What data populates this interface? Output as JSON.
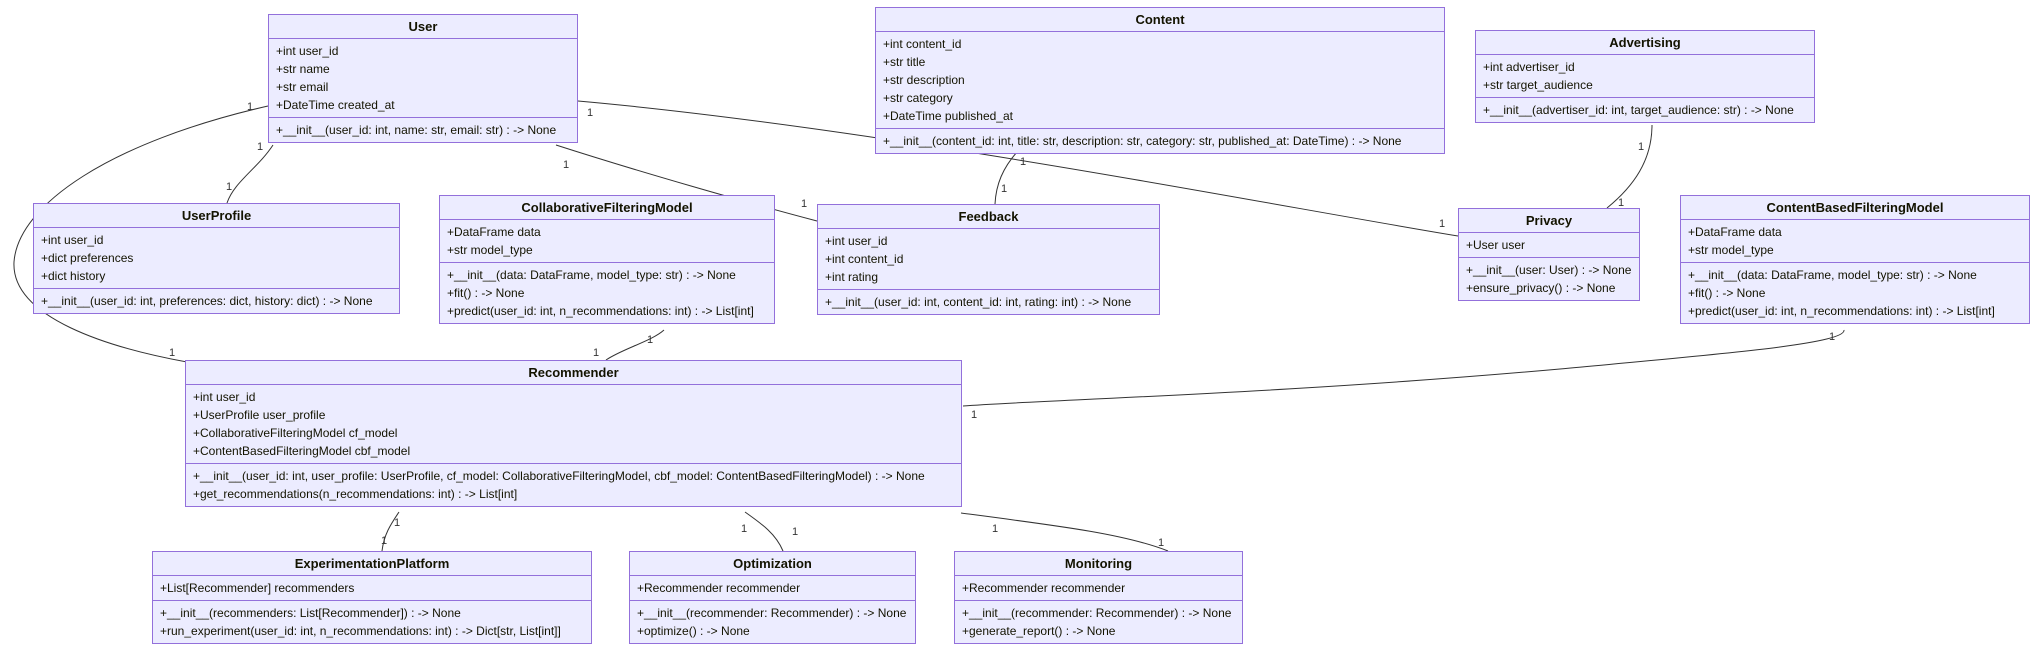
{
  "diagram": {
    "type": "uml-class-diagram",
    "colors": {
      "node_fill": "#ECECFF",
      "node_border": "#9370DB",
      "edge": "#333333",
      "text": "#131300"
    }
  },
  "classes": [
    {
      "name": "User",
      "attributes": [
        "+int user_id",
        "+str name",
        "+str email",
        "+DateTime created_at"
      ],
      "methods": [
        "+__init__(user_id: int, name: str, email: str) : -> None"
      ]
    },
    {
      "name": "Content",
      "attributes": [
        "+int content_id",
        "+str title",
        "+str description",
        "+str category",
        "+DateTime published_at"
      ],
      "methods": [
        "+__init__(content_id: int, title: str, description: str, category: str, published_at: DateTime) : -> None"
      ]
    },
    {
      "name": "Advertising",
      "attributes": [
        "+int advertiser_id",
        "+str target_audience"
      ],
      "methods": [
        "+__init__(advertiser_id: int, target_audience: str) : -> None"
      ]
    },
    {
      "name": "UserProfile",
      "attributes": [
        "+int user_id",
        "+dict preferences",
        "+dict history"
      ],
      "methods": [
        "+__init__(user_id: int, preferences: dict, history: dict) : -> None"
      ]
    },
    {
      "name": "CollaborativeFilteringModel",
      "attributes": [
        "+DataFrame data",
        "+str model_type"
      ],
      "methods": [
        "+__init__(data: DataFrame, model_type: str) : -> None",
        "+fit() : -> None",
        "+predict(user_id: int, n_recommendations: int) : -> List[int]"
      ]
    },
    {
      "name": "Feedback",
      "attributes": [
        "+int user_id",
        "+int content_id",
        "+int rating"
      ],
      "methods": [
        "+__init__(user_id: int, content_id: int, rating: int) : -> None"
      ]
    },
    {
      "name": "Privacy",
      "attributes": [
        "+User user"
      ],
      "methods": [
        "+__init__(user: User) : -> None",
        "+ensure_privacy() : -> None"
      ]
    },
    {
      "name": "ContentBasedFilteringModel",
      "attributes": [
        "+DataFrame data",
        "+str model_type"
      ],
      "methods": [
        "+__init__(data: DataFrame, model_type: str) : -> None",
        "+fit() : -> None",
        "+predict(user_id: int, n_recommendations: int) : -> List[int]"
      ]
    },
    {
      "name": "Recommender",
      "attributes": [
        "+int user_id",
        "+UserProfile user_profile",
        "+CollaborativeFilteringModel cf_model",
        "+ContentBasedFilteringModel cbf_model"
      ],
      "methods": [
        "+__init__(user_id: int, user_profile: UserProfile, cf_model: CollaborativeFilteringModel, cbf_model: ContentBasedFilteringModel) : -> None",
        "+get_recommendations(n_recommendations: int) : -> List[int]"
      ]
    },
    {
      "name": "ExperimentationPlatform",
      "attributes": [
        "+List[Recommender] recommenders"
      ],
      "methods": [
        "+__init__(recommenders: List[Recommender]) : -> None",
        "+run_experiment(user_id: int, n_recommendations: int) : -> Dict[str, List[int]]"
      ]
    },
    {
      "name": "Optimization",
      "attributes": [
        "+Recommender recommender"
      ],
      "methods": [
        "+__init__(recommender: Recommender) : -> None",
        "+optimize() : -> None"
      ]
    },
    {
      "name": "Monitoring",
      "attributes": [
        "+Recommender recommender"
      ],
      "methods": [
        "+__init__(recommender: Recommender) : -> None",
        "+generate_report() : -> None"
      ]
    }
  ],
  "edges": [
    {
      "from": "User",
      "to": "UserProfile",
      "source_label": "1",
      "target_label": "1"
    },
    {
      "from": "User",
      "to": "Recommender",
      "source_label": "1",
      "target_label": "1"
    },
    {
      "from": "User",
      "to": "Feedback",
      "source_label": "1",
      "target_label": "1"
    },
    {
      "from": "User",
      "to": "Privacy",
      "source_label": "1",
      "target_label": "1"
    },
    {
      "from": "Content",
      "to": "Feedback",
      "source_label": "1",
      "target_label": "1"
    },
    {
      "from": "Advertising",
      "to": "Privacy",
      "source_label": "1",
      "target_label": "1"
    },
    {
      "from": "CollaborativeFilteringModel",
      "to": "Recommender",
      "source_label": "1",
      "target_label": "1"
    },
    {
      "from": "ContentBasedFilteringModel",
      "to": "Recommender",
      "source_label": "1",
      "target_label": "1"
    },
    {
      "from": "Recommender",
      "to": "ExperimentationPlatform",
      "source_label": "1",
      "target_label": "1"
    },
    {
      "from": "Recommender",
      "to": "Optimization",
      "source_label": "1",
      "target_label": "1"
    },
    {
      "from": "Recommender",
      "to": "Monitoring",
      "source_label": "1",
      "target_label": "1"
    }
  ]
}
